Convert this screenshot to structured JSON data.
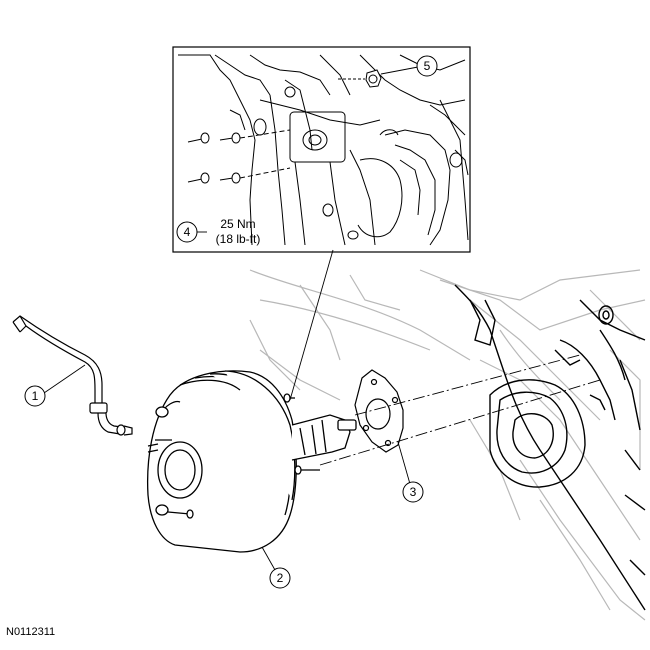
{
  "figure_id": "N0112311",
  "callouts": {
    "c1": "1",
    "c2": "2",
    "c3": "3",
    "c4": "4",
    "c5": "5"
  },
  "torque": {
    "metric": "25 Nm",
    "imperial": "(18 lb-ft)"
  },
  "colors": {
    "line": "#000000",
    "ghost": "#b8b8b8",
    "background": "#ffffff"
  }
}
